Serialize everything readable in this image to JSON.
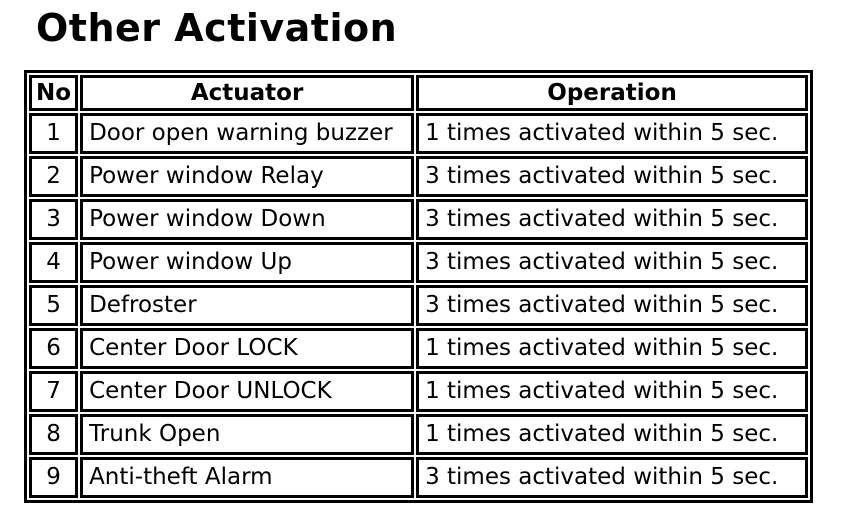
{
  "title": "Other Activation",
  "table": {
    "headers": [
      "No",
      "Actuator",
      "Operation"
    ],
    "rows": [
      {
        "no": "1",
        "actuator": "Door open warning buzzer",
        "operation": "1 times activated within 5 sec."
      },
      {
        "no": "2",
        "actuator": "Power window Relay",
        "operation": "3 times activated within 5 sec."
      },
      {
        "no": "3",
        "actuator": "Power window Down",
        "operation": "3 times activated within 5 sec."
      },
      {
        "no": "4",
        "actuator": "Power window Up",
        "operation": "3 times activated within 5 sec."
      },
      {
        "no": "5",
        "actuator": "Defroster",
        "operation": "3 times activated within 5 sec."
      },
      {
        "no": "6",
        "actuator": "Center Door LOCK",
        "operation": "1 times activated within 5 sec."
      },
      {
        "no": "7",
        "actuator": "Center Door UNLOCK",
        "operation": "1 times activated within 5 sec."
      },
      {
        "no": "8",
        "actuator": "Trunk Open",
        "operation": "1 times activated within 5 sec."
      },
      {
        "no": "9",
        "actuator": "Anti-theft Alarm",
        "operation": "3 times activated within 5 sec."
      }
    ]
  },
  "colors": {
    "border": "#000000",
    "background": "#ffffff",
    "text": "#000000"
  }
}
